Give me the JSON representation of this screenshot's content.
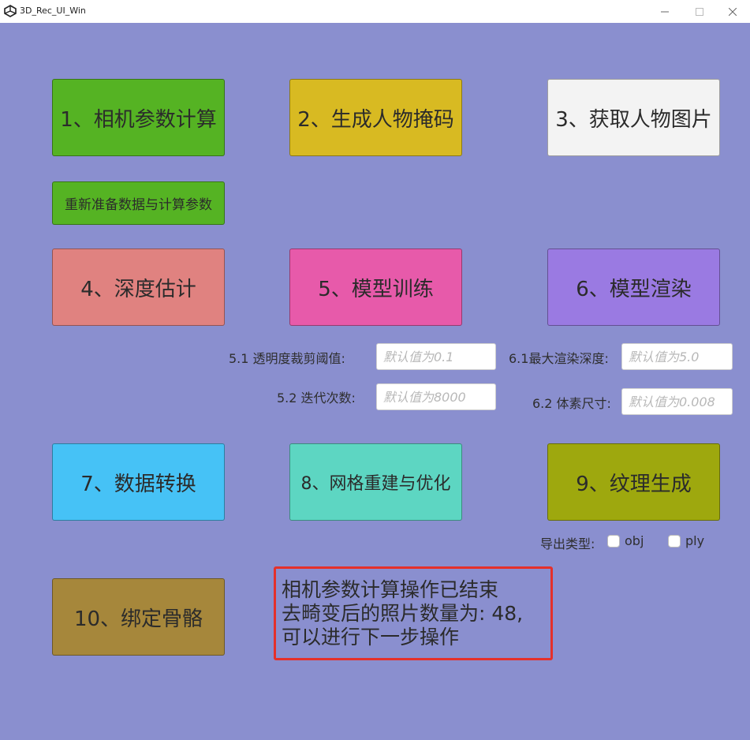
{
  "window": {
    "title": "3D_Rec_UI_Win"
  },
  "colors": {
    "background": "#8a8fcf",
    "btn1": "#55b323",
    "btn2": "#d8ba22",
    "btn3": "#f3f3f3",
    "btn_reprepare": "#55b323",
    "btn4": "#e08280",
    "btn5": "#e75aaa",
    "btn6": "#9a7ae2",
    "btn7": "#46c2f6",
    "btn8": "#5dd6c2",
    "btn9": "#9ea80e",
    "btn10": "#a6873b",
    "status_border": "#e5302b"
  },
  "buttons": {
    "b1": "1、相机参数计算",
    "b2": "2、生成人物掩码",
    "b3": "3、获取人物图片",
    "reprepare": "重新准备数据与计算参数",
    "b4": "4、深度估计",
    "b5": "5、模型训练",
    "b6": "6、模型渲染",
    "b7": "7、数据转换",
    "b8": "8、网格重建与优化",
    "b9": "9、纹理生成",
    "b10": "10、绑定骨骼"
  },
  "training": {
    "opacity_label": "5.1 透明度裁剪阈值:",
    "opacity_placeholder": "默认值为0.1",
    "iter_label": "5.2 迭代次数:",
    "iter_placeholder": "默认值为8000"
  },
  "render": {
    "depth_label": "6.1最大渲染深度:",
    "depth_placeholder": "默认值为5.0",
    "voxel_label": "6.2 体素尺寸:",
    "voxel_placeholder": "默认值为0.008"
  },
  "export": {
    "label": "导出类型:",
    "options": [
      "obj",
      "ply"
    ]
  },
  "status": {
    "lines": [
      "相机参数计算操作已结束",
      "去畸变后的照片数量为: 48,",
      "可以进行下一步操作"
    ]
  }
}
